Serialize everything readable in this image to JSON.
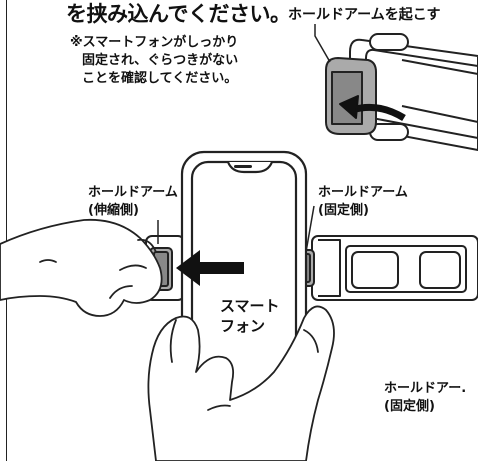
{
  "instruction_tail": "を挟み込んでください。",
  "note_lines": [
    "※スマートフォンがしっかり",
    "固定され、ぐらつきがない",
    "ことを確認してください。"
  ],
  "inset": {
    "label": "ホールドアームを起こす"
  },
  "labels": {
    "extend_arm": {
      "line1": "ホールドアーム",
      "line2": "(伸縮側)"
    },
    "fixed_arm": {
      "line1": "ホールドアーム",
      "line2": "(固定側)"
    },
    "phone": {
      "line1": "スマート",
      "line2": "フォン"
    },
    "fixed_arm_bottom": {
      "line1": "ホールドアー.",
      "line2": "(固定側)"
    }
  }
}
